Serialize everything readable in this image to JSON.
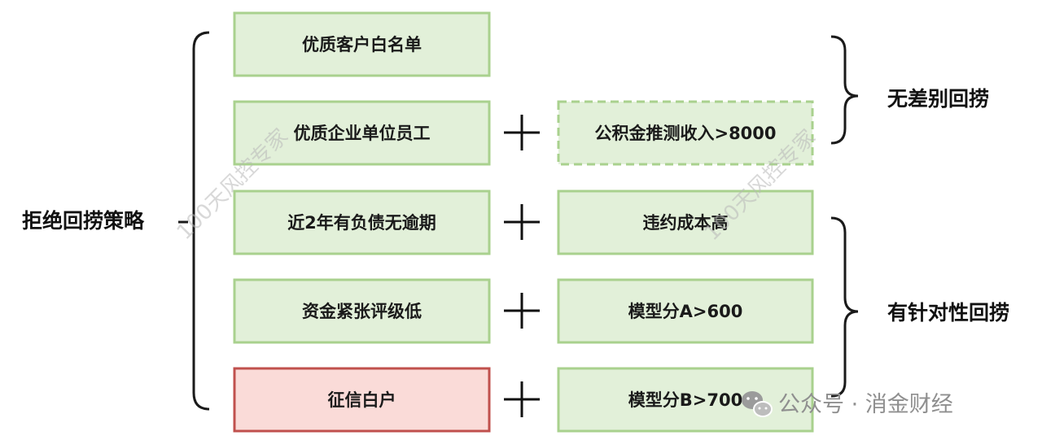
{
  "left_label": "拒绝回捞策略",
  "rows": [
    {
      "condition": "优质客户白名单",
      "condition_style": "green",
      "extra": "",
      "extra_style": "none"
    },
    {
      "condition": "优质企业单位员工",
      "condition_style": "green",
      "extra": "公积金推测收入>8000",
      "extra_style": "green-dashed"
    },
    {
      "condition": "近2年有负债无逾期",
      "condition_style": "green",
      "extra": "违约成本高",
      "extra_style": "green"
    },
    {
      "condition": "资金紧张评级低",
      "condition_style": "green",
      "extra": "模型分A>600",
      "extra_style": "green"
    },
    {
      "condition": "征信白户",
      "condition_style": "red",
      "extra": "模型分B>700",
      "extra_style": "green"
    }
  ],
  "plus_symbol": "+",
  "groups": [
    {
      "label": "无差别回捞"
    },
    {
      "label": "有针对性回捞"
    }
  ],
  "watermarks": [
    "100天风控专家",
    "100天风控专家"
  ],
  "source": {
    "icon": "wechat-icon",
    "text": "公众号 · 消金财经"
  },
  "colors": {
    "green_fill": "#e2f0d9",
    "green_border": "#a9d18e",
    "red_fill": "#fadbd8",
    "red_border": "#c0504d",
    "bracket": "#1a1a1a",
    "plus": "#111111"
  }
}
